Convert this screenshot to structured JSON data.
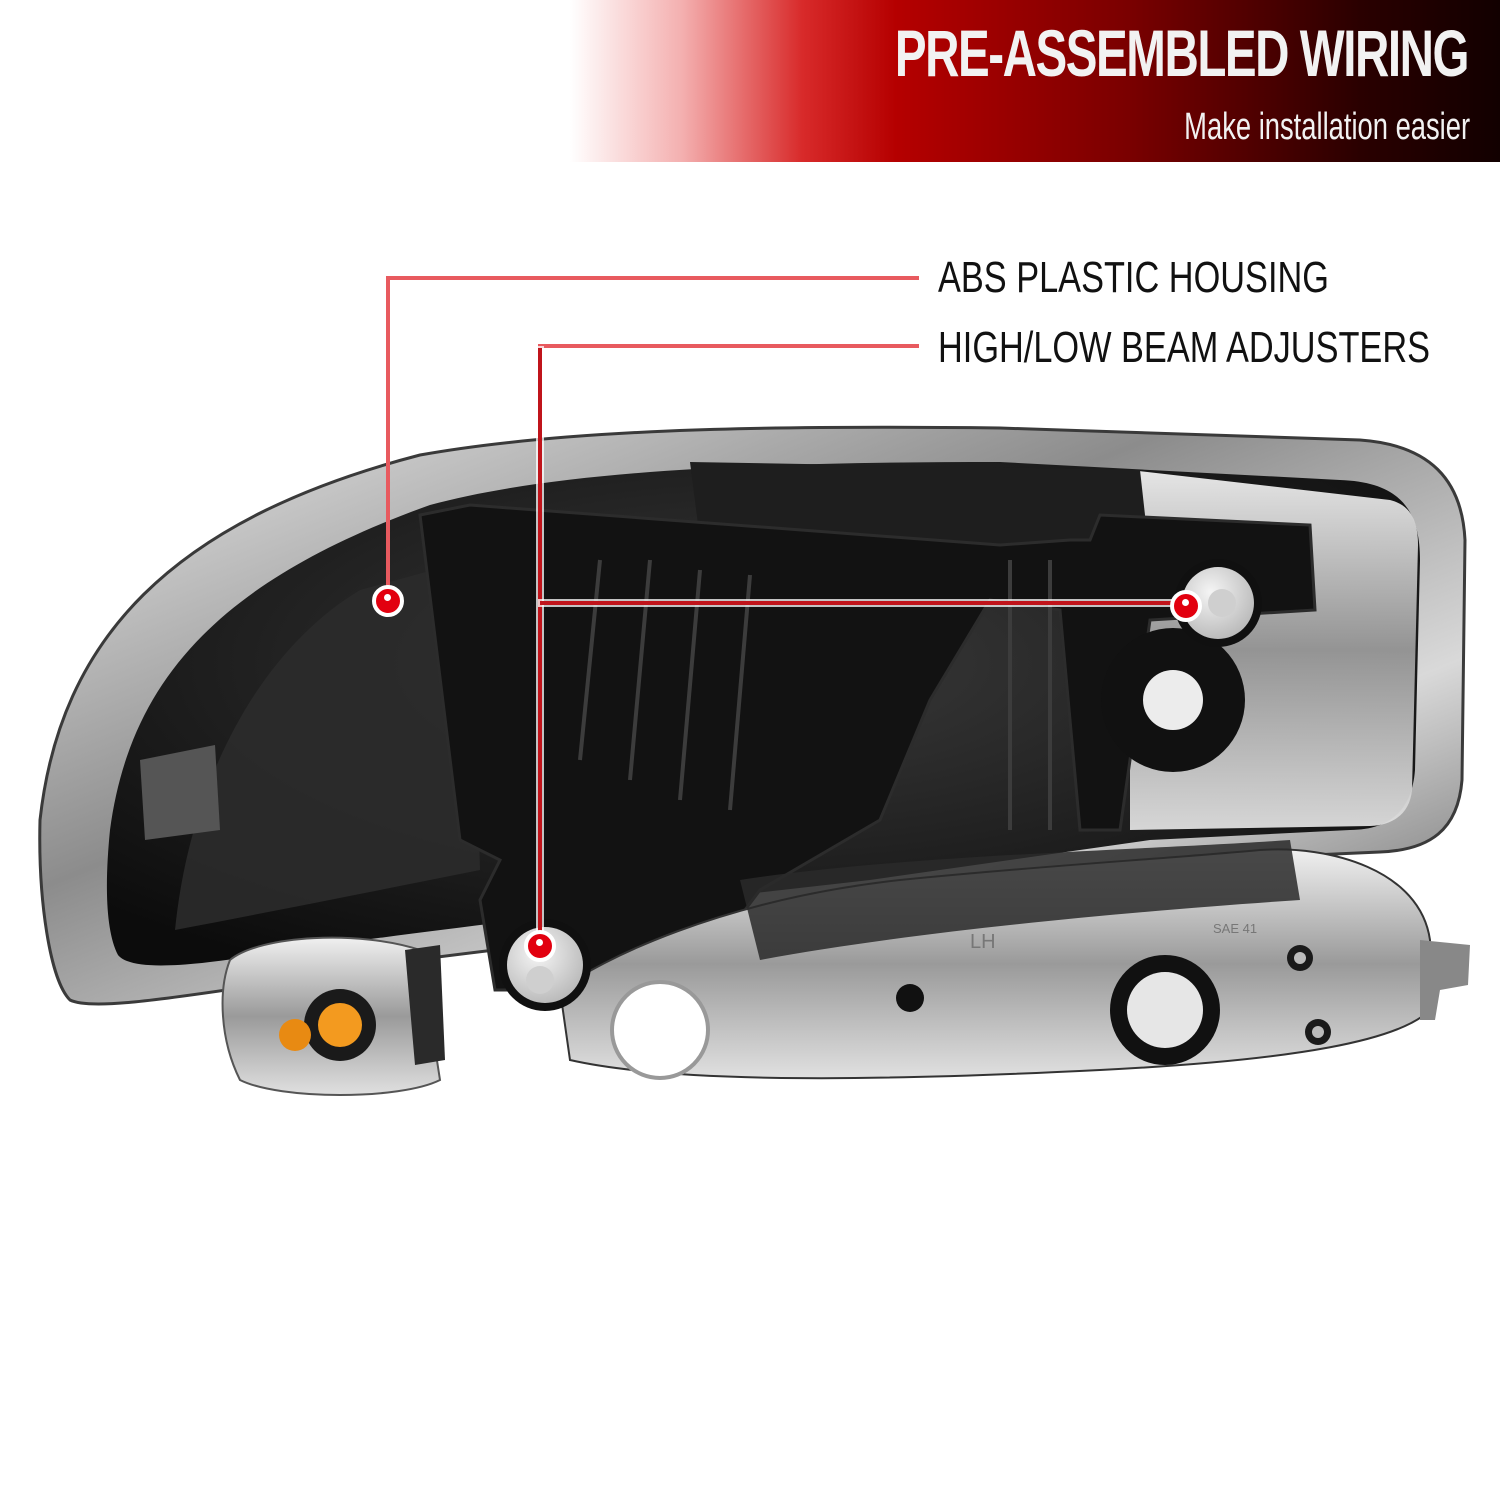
{
  "banner": {
    "title": "PRE-ASSEMBLED WIRING",
    "subtitle": "Make installation easier",
    "gradient_colors": [
      "#ffffff",
      "#d82a2a",
      "#b50000",
      "#120000"
    ]
  },
  "callouts": [
    {
      "label": "ABS PLASTIC HOUSING",
      "points": 1
    },
    {
      "label": "HIGH/LOW BEAM ADJUSTERS",
      "points": 2
    }
  ],
  "product": {
    "description": "Rear view of left-hand headlight assembly with black housing, chrome reflector, amber corner bulb socket",
    "markings": [
      "LH",
      "SAE 41"
    ]
  },
  "colors": {
    "callout_line": "#e85a5f",
    "callout_dot": "#e2000f",
    "label_text": "#111111"
  }
}
